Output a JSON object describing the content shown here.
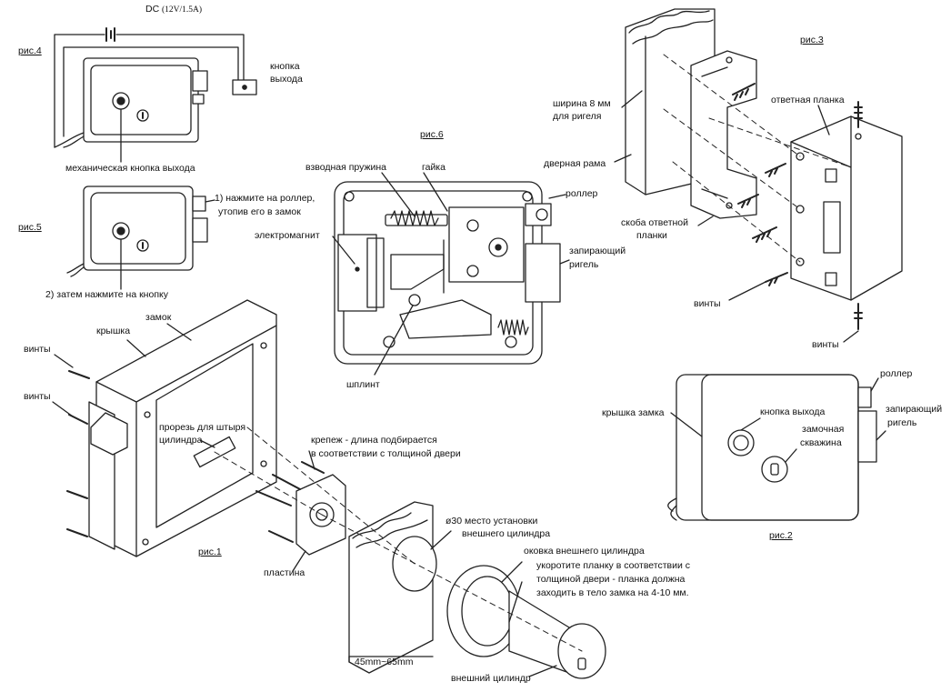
{
  "figures": {
    "fig1": "рис.1",
    "fig2": "рис.2",
    "fig3": "рис.3",
    "fig4": "рис.4",
    "fig5": "рис.5",
    "fig6": "рис.6"
  },
  "fig4": {
    "power": "DC",
    "power_rating": "(12V/1.5A)",
    "exit_button": [
      "кнопка",
      "выхода"
    ],
    "mechanical_button": "механическая кнопка выхода"
  },
  "fig5": {
    "step1": [
      "1) нажмите на роллер,",
      "утопив его в замок"
    ],
    "step2": "2) затем нажмите на кнопку"
  },
  "fig6": {
    "cocking_spring": "взводная пружина",
    "nut": "гайка",
    "roller": "роллер",
    "electromagnet": "электромагнит",
    "locking_bolt": [
      "запирающий",
      "ригель"
    ],
    "cotter_pin": "шплинт"
  },
  "fig3": {
    "bolt_width": [
      "ширина 8 мм",
      "для ригеля"
    ],
    "door_frame": "дверная рама",
    "strike_plate": "ответная планка",
    "strike_bracket": [
      "скоба ответной",
      "планки"
    ],
    "screws_1": "винты",
    "screws_2": "винты"
  },
  "fig2": {
    "roller": "роллер",
    "lock_cover": "крышка замка",
    "exit_button": "кнопка выхода",
    "keyhole": [
      "замочная",
      "скважина"
    ],
    "locking_bolt": [
      "запирающий",
      "ригель"
    ]
  },
  "fig1": {
    "cover": "крышка",
    "lock": "замок",
    "screws_top": "винты",
    "screws_side": "винты",
    "cylinder_slot": [
      "прорезь для штыря",
      "цилиндра"
    ],
    "fastener": [
      "крепеж - длина подбирается",
      "в соответствии с толщиной двери"
    ],
    "plate": "пластина",
    "install_place": [
      "ø30 место установки",
      "внешнего цилиндра"
    ],
    "cylinder_trim": "оковка внешнего цилиндра",
    "shorten_plate": [
      "укоротите планку в соответствии с",
      "толщиной двери - планка должна",
      "заходить в тело замка на 4-10 мм."
    ],
    "door_thickness": "45mm~65mm",
    "outer_cylinder": "внешний цилиндр"
  }
}
